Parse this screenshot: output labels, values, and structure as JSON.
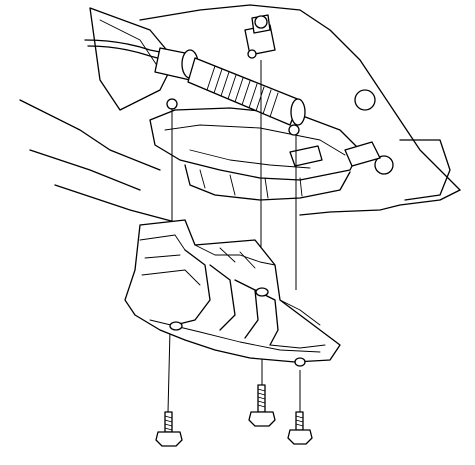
{
  "figure": {
    "kind": "exploded-view line illustration",
    "colors": {
      "line": "#000000",
      "background": "#ffffff"
    },
    "parts": [
      "engine-underside",
      "exhaust-flex-pipe",
      "heat-shield",
      "shield-bolt"
    ],
    "bolt_count": 3
  }
}
